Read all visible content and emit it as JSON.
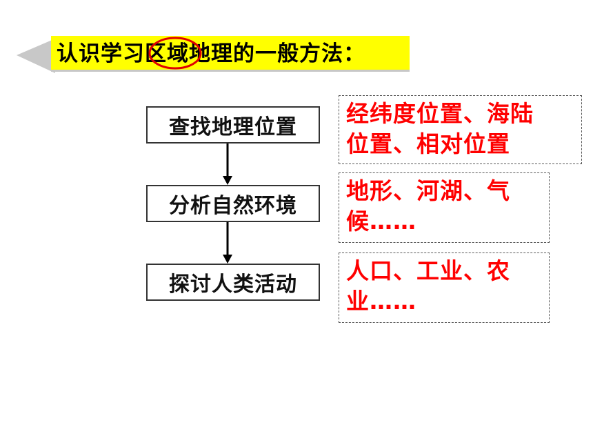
{
  "title": {
    "text": "认识学习区域地理的一般方法：",
    "highlight_color": "#ffff00",
    "circle_color": "#e00000"
  },
  "steps": [
    {
      "label": "查找地理位置"
    },
    {
      "label": "分析自然环境"
    },
    {
      "label": "探讨人类活动"
    }
  ],
  "notes": [
    {
      "line1": "经纬度位置、海陆",
      "line2": "位置、相对位置"
    },
    {
      "line1": "地形、河湖、气",
      "line2": "候……"
    },
    {
      "line1": "人口、工业、农",
      "line2": "业……"
    }
  ],
  "colors": {
    "note_text": "#ff0000",
    "step_text": "#111111"
  }
}
